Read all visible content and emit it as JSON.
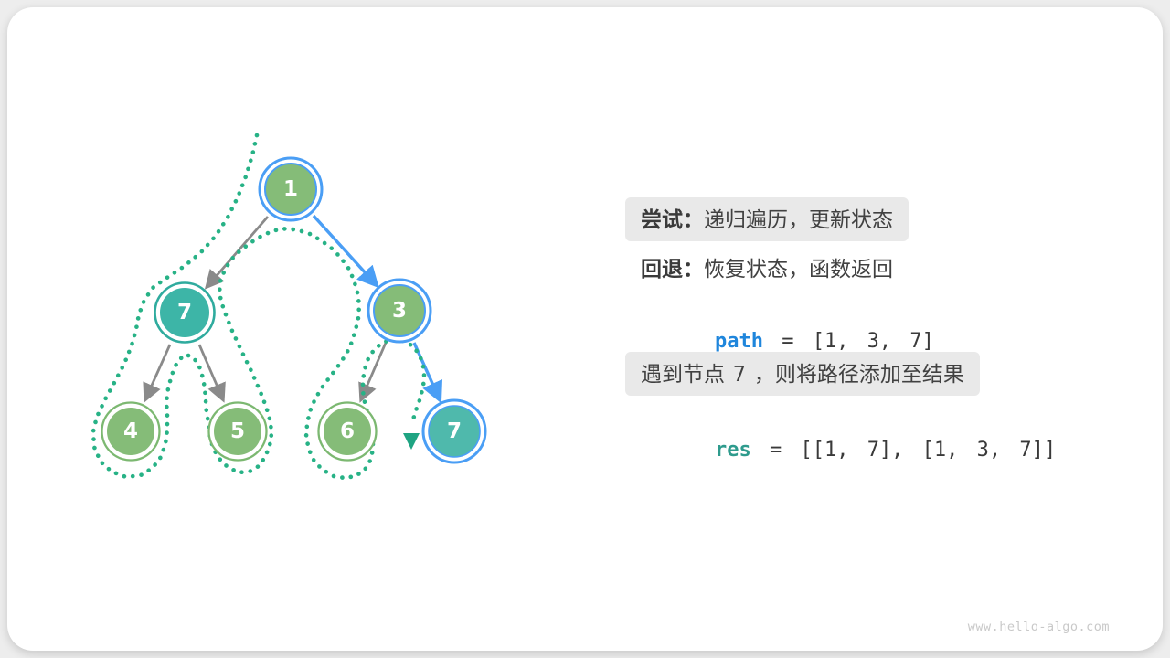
{
  "panel": {
    "try": {
      "label": "尝试：",
      "text": "递归遍历，更新状态"
    },
    "backtrack": {
      "label": "回退：",
      "text": "恢复状态，函数返回"
    },
    "path_line": {
      "var": "path",
      "rest": " = [1, 3, 7]"
    },
    "note": {
      "prefix": "遇到节点",
      "num": "7",
      "suffix": "，则将路径添加至结果"
    },
    "res_line": {
      "var": "res",
      "rest": " = [[1, 7], [1, 3, 7]]"
    }
  },
  "tree": {
    "nodes": [
      {
        "value": "1",
        "state": "on-current-path"
      },
      {
        "value": "7",
        "state": "visited-teal"
      },
      {
        "value": "3",
        "state": "on-current-path"
      },
      {
        "value": "4",
        "state": "default-green"
      },
      {
        "value": "5",
        "state": "default-green"
      },
      {
        "value": "6",
        "state": "default-green"
      },
      {
        "value": "7",
        "state": "on-current-path-teal"
      }
    ],
    "edges": [
      {
        "from": "1",
        "to": "7-left",
        "style": "gray"
      },
      {
        "from": "1",
        "to": "3",
        "style": "blue-highlight"
      },
      {
        "from": "7-left",
        "to": "4",
        "style": "gray"
      },
      {
        "from": "7-left",
        "to": "5",
        "style": "gray"
      },
      {
        "from": "3",
        "to": "6",
        "style": "gray"
      },
      {
        "from": "3",
        "to": "7-right",
        "style": "blue-highlight"
      }
    ],
    "traversal": "dotted pre-order contour ending with arrow at node 7 (right)"
  },
  "colors": {
    "node_green": "#85bc78",
    "node_teal": "#3db5a7",
    "node_teal_light": "#4fb9ac",
    "highlight_blue": "#4a9ef5",
    "edge_gray": "#8a8a8a",
    "trace_dot_green": "#27b286",
    "trace_arrow_green": "#1fa482",
    "box_gray": "#e9e9e9",
    "path_var_blue": "#1f86dc",
    "res_var_teal": "#2e9b8d"
  },
  "watermark": "www.hello-algo.com"
}
